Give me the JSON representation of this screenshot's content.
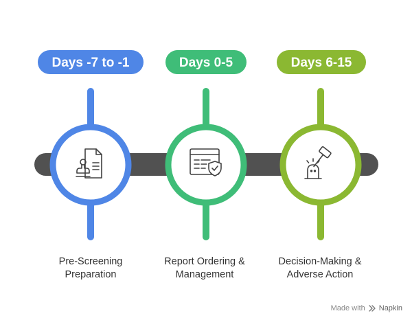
{
  "colors": {
    "blue": "#4f86e6",
    "green": "#3fbd78",
    "olive": "#8bb832",
    "track": "#515151",
    "icon": "#404040"
  },
  "steps": [
    {
      "period": "Days -7 to -1",
      "title_line1": "Pre-Screening",
      "title_line2": "Preparation",
      "icon": "stamp-document-icon",
      "color": "blue"
    },
    {
      "period": "Days 0-5",
      "title_line1": "Report Ordering &",
      "title_line2": "Management",
      "icon": "report-shield-icon",
      "color": "green"
    },
    {
      "period": "Days 6-15",
      "title_line1": "Decision-Making &",
      "title_line2": "Adverse Action",
      "icon": "gavel-icon",
      "color": "olive"
    }
  ],
  "footer": {
    "made_with": "Made with",
    "brand": "Napkin"
  }
}
